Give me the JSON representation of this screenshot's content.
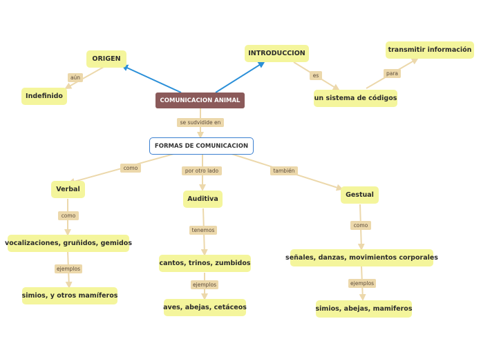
{
  "root": "COMUNICACION ANIMAL",
  "hub": "FORMAS DE COMUNICACION",
  "nodes": {
    "origen": "ORIGEN",
    "indefinido": "Indefinido",
    "introduccion": "INTRODUCCION",
    "sistema": "un sistema de códigos",
    "transmitir": "transmitir información",
    "verbal": "Verbal",
    "vocalizaciones": "vocalizaciones, gruñidos, gemidos",
    "simios_mamiferos": "simios, y otros mamíferos",
    "auditiva": "Auditiva",
    "cantos": "cantos, trinos, zumbidos",
    "aves": "aves, abejas, cetáceos",
    "gestual": "Gestual",
    "senales": "señales, danzas, movimientos corporales",
    "simios_abejas": "simios, abejas, mamiferos"
  },
  "labels": {
    "aun": "aún",
    "es": "es",
    "para": "para",
    "subdivide": "se sudvidide en",
    "como_verbal": "como",
    "por_otro_lado": "por otro lado",
    "tambien": "también",
    "como_v2": "como",
    "ejemplos_v": "ejemplos",
    "tenemos": "tenemos",
    "ejemplos_a": "ejemplos",
    "como_g": "como",
    "ejemplos_g": "ejemplos"
  },
  "colors": {
    "node_fill": "#f4f59c",
    "root_fill": "#8b5a5a",
    "hub_border": "#3a7fd0",
    "arrow_blue": "#2a8fd8",
    "connector": "#ecd8ab"
  }
}
